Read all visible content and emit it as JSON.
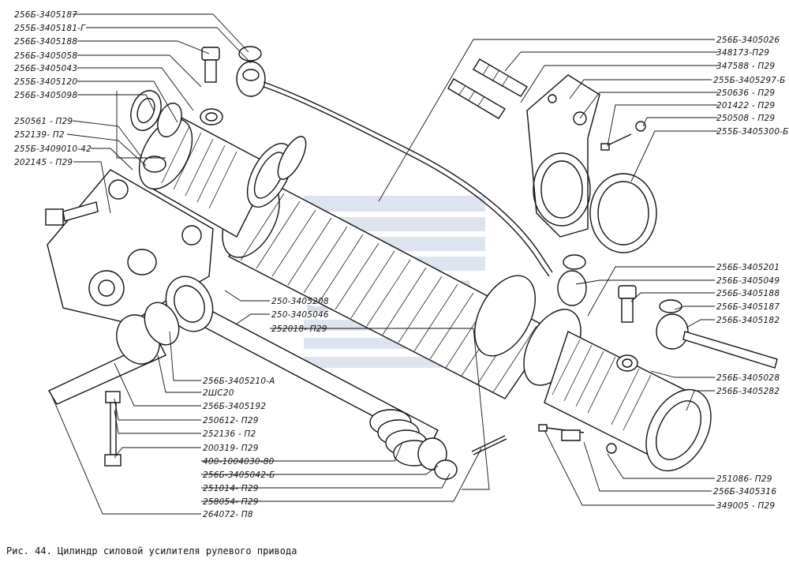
{
  "caption": "Рис. 44. Цилиндр силовой усилителя рулевого привода",
  "watermark": "SANTA",
  "labels_left": [
    {
      "id": "L1",
      "text": "256Б-3405187"
    },
    {
      "id": "L2",
      "text": "255Б-3405181-Г"
    },
    {
      "id": "L3",
      "text": "256Б-3405188"
    },
    {
      "id": "L4",
      "text": "256Б-3405058"
    },
    {
      "id": "L5",
      "text": "256Б-3405043"
    },
    {
      "id": "L6",
      "text": "255Б-3405120"
    },
    {
      "id": "L7",
      "text": "256Б-3405098"
    },
    {
      "id": "L8",
      "text": "250561 - П29"
    },
    {
      "id": "L9",
      "text": "252139- П2"
    },
    {
      "id": "L10",
      "text": "255Б-3409010-42"
    },
    {
      "id": "L11",
      "text": "202145 - П29"
    }
  ],
  "labels_right_top": [
    {
      "id": "R1",
      "text": "256Б-3405026"
    },
    {
      "id": "R2",
      "text": "348173-П29"
    },
    {
      "id": "R3",
      "text": "347588 - П29"
    },
    {
      "id": "R4",
      "text": "255Б-3405297-Б"
    },
    {
      "id": "R5",
      "text": "250636 - П29"
    },
    {
      "id": "R6",
      "text": "201422 - П29"
    },
    {
      "id": "R7",
      "text": "250508 - П29"
    },
    {
      "id": "R8",
      "text": "255Б-3405300-Б"
    }
  ],
  "labels_right_mid": [
    {
      "id": "R9",
      "text": "256Б-3405201"
    },
    {
      "id": "R10",
      "text": "256Б-3405049"
    },
    {
      "id": "R11",
      "text": "256Б-3405188"
    },
    {
      "id": "R12",
      "text": "256Б-3405187"
    },
    {
      "id": "R13",
      "text": "256Б-3405182"
    }
  ],
  "labels_right_low": [
    {
      "id": "R14",
      "text": "256Б-3405028"
    },
    {
      "id": "R15",
      "text": "256Б-3405282"
    }
  ],
  "labels_right_bottom": [
    {
      "id": "R16",
      "text": "251086- П29"
    },
    {
      "id": "R17",
      "text": "256Б-3405316"
    },
    {
      "id": "R18",
      "text": "349005 - П29"
    }
  ],
  "labels_center": [
    {
      "id": "C1",
      "text": "250-3405208"
    },
    {
      "id": "C2",
      "text": "250-3405046"
    },
    {
      "id": "C3",
      "text": "252018- П29"
    }
  ],
  "labels_bottom": [
    {
      "id": "B1",
      "text": "256Б-3405210-А"
    },
    {
      "id": "B2",
      "text": "2ШС20"
    },
    {
      "id": "B3",
      "text": "256Б-3405192"
    },
    {
      "id": "B4",
      "text": "250612- П29"
    },
    {
      "id": "B5",
      "text": "252136 - П2"
    },
    {
      "id": "B6",
      "text": "200319- П29"
    },
    {
      "id": "B7",
      "text": "400-1004030-80"
    },
    {
      "id": "B8",
      "text": "256Б-3405042-Б"
    },
    {
      "id": "B9",
      "text": "251014- П29"
    },
    {
      "id": "B10",
      "text": "258054- П29"
    },
    {
      "id": "B11",
      "text": "264072- П8"
    }
  ]
}
